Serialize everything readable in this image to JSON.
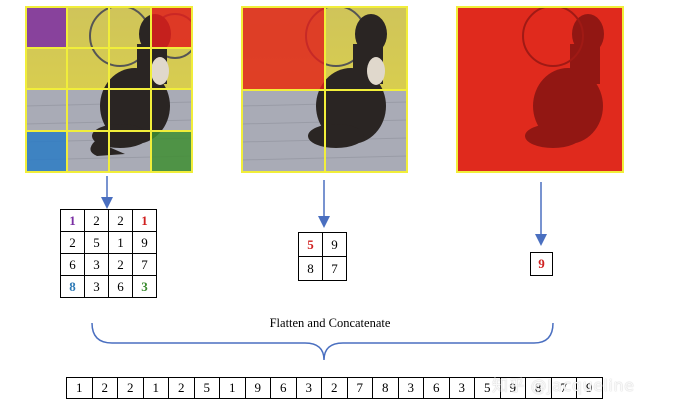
{
  "colors": {
    "purple": "#7a2fa3",
    "red": "#d0201f",
    "blue": "#2e7ab6",
    "green": "#3a8a2e",
    "grid_yellow": "#f1ee3a",
    "arrow": "#4a6fc0"
  },
  "grid4x4": [
    [
      {
        "v": "1",
        "c": "purple"
      },
      {
        "v": "2",
        "c": ""
      },
      {
        "v": "2",
        "c": ""
      },
      {
        "v": "1",
        "c": "red"
      }
    ],
    [
      {
        "v": "2",
        "c": ""
      },
      {
        "v": "5",
        "c": ""
      },
      {
        "v": "1",
        "c": ""
      },
      {
        "v": "9",
        "c": ""
      }
    ],
    [
      {
        "v": "6",
        "c": ""
      },
      {
        "v": "3",
        "c": ""
      },
      {
        "v": "2",
        "c": ""
      },
      {
        "v": "7",
        "c": ""
      }
    ],
    [
      {
        "v": "8",
        "c": "blue"
      },
      {
        "v": "3",
        "c": ""
      },
      {
        "v": "6",
        "c": ""
      },
      {
        "v": "3",
        "c": "green"
      }
    ]
  ],
  "grid2x2": [
    [
      {
        "v": "5",
        "c": "red"
      },
      {
        "v": "9",
        "c": ""
      }
    ],
    [
      {
        "v": "8",
        "c": ""
      },
      {
        "v": "7",
        "c": ""
      }
    ]
  ],
  "grid1x1": [
    [
      {
        "v": "9",
        "c": "red"
      }
    ]
  ],
  "caption": "Flatten and Concatenate",
  "flattened": [
    "1",
    "2",
    "2",
    "1",
    "2",
    "5",
    "1",
    "9",
    "6",
    "3",
    "2",
    "7",
    "8",
    "3",
    "6",
    "3",
    "5",
    "9",
    "8",
    "7",
    "9"
  ],
  "watermark": "知乎 @Jacqueline"
}
